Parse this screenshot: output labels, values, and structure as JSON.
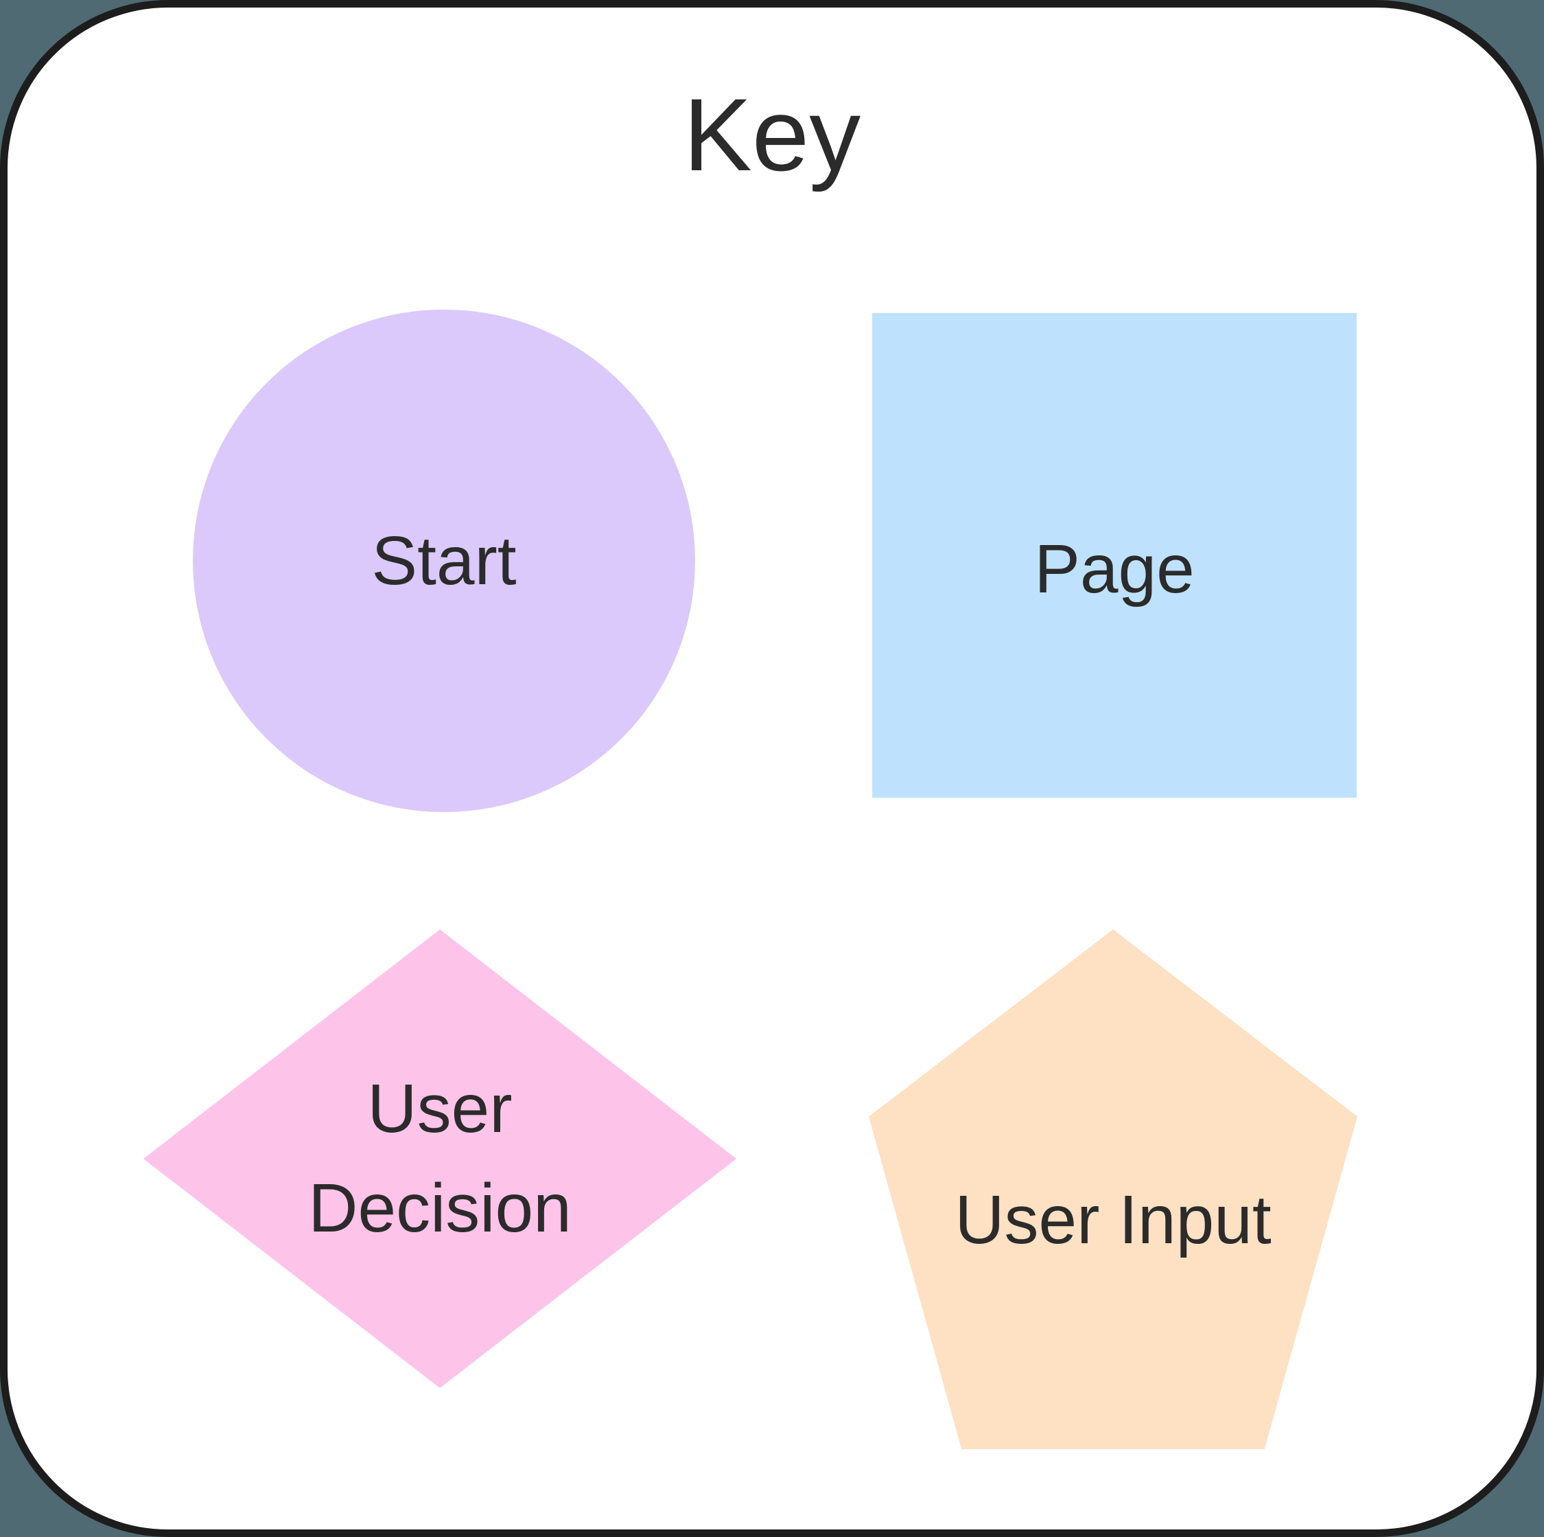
{
  "title": "Key",
  "colors": {
    "canvas_background": "#4f6a73",
    "card_background": "#ffffff",
    "card_border": "#1d1d1d",
    "text": "#2b2b2b"
  },
  "legend": {
    "items": [
      {
        "shape": "circle",
        "label": "Start",
        "color": "#dbc9fb"
      },
      {
        "shape": "square",
        "label": "Page",
        "color": "#bee2fd"
      },
      {
        "shape": "diamond",
        "label": "User Decision",
        "lines": [
          "User",
          "Decision"
        ],
        "color": "#fec3e9"
      },
      {
        "shape": "pentagon",
        "label": "User Input",
        "color": "#fee0c2"
      }
    ]
  }
}
